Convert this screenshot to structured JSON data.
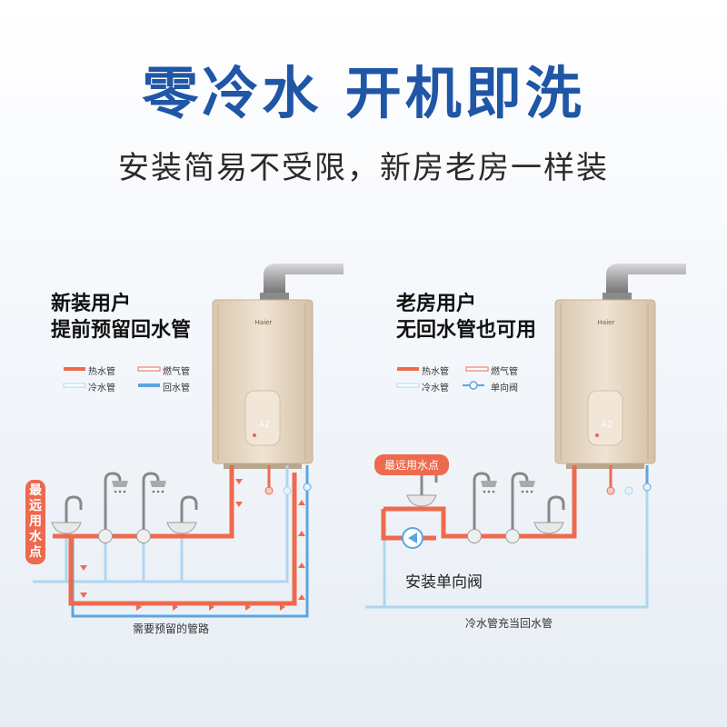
{
  "header": {
    "title": "零冷水 开机即洗",
    "subtitle": "安装简易不受限，新房老房一样装"
  },
  "left_panel": {
    "title_line1": "新装用户",
    "title_line2": "提前预留回水管",
    "legend": {
      "hot_pipe": "热水管",
      "gas_pipe": "燃气管",
      "cold_pipe": "冷水管",
      "return_pipe": "回水管"
    },
    "callout": "最远用水点",
    "caption": "需要预留的管路"
  },
  "right_panel": {
    "title_line1": "老房用户",
    "title_line2": "无回水管也可用",
    "legend": {
      "hot_pipe": "热水管",
      "gas_pipe": "燃气管",
      "cold_pipe": "冷水管",
      "check_valve": "单向阀"
    },
    "callout": "最远用水点",
    "valve_label": "安装单向阀",
    "caption": "冷水管充当回水管"
  },
  "heater": {
    "brand": "Haier",
    "display_reading": "42"
  },
  "colors": {
    "headline": "#1f56a6",
    "hot_pipe": "#ee6a4e",
    "cold_pipe": "#aed6ef",
    "return_pipe": "#5aa6e0",
    "heater_body": "#e4d3bd"
  }
}
